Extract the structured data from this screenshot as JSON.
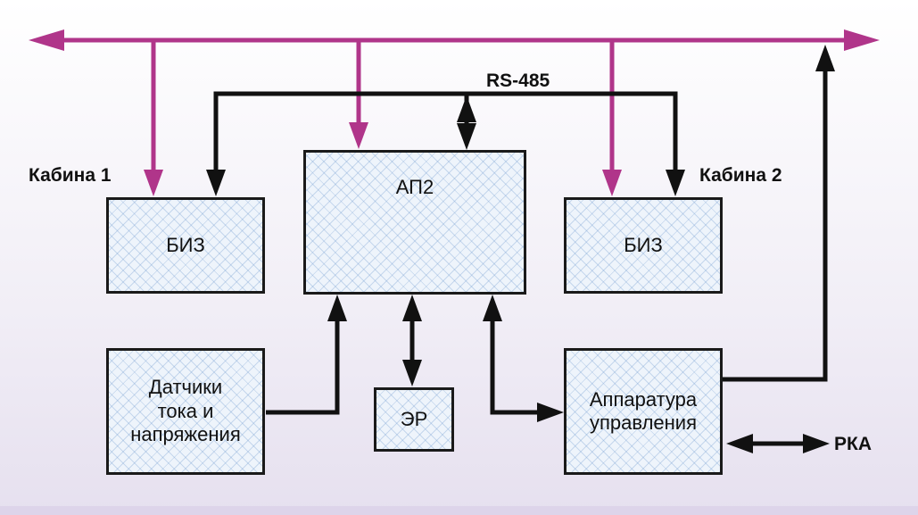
{
  "bus_label": "RS-485",
  "cabin1_label": "Кабина 1",
  "cabin2_label": "Кабина 2",
  "rka_label": "РКА",
  "blocks": {
    "biz1": "БИЗ",
    "ap2": "АП2",
    "biz2": "БИЗ",
    "sensors": [
      "Датчики",
      "тока и",
      "напряжения"
    ],
    "er": "ЭР",
    "control": [
      "Аппаратура",
      "управления"
    ]
  },
  "colors": {
    "magenta_bus": "#b0358a",
    "black_line": "#111111",
    "block_border": "#1a1a1a"
  }
}
